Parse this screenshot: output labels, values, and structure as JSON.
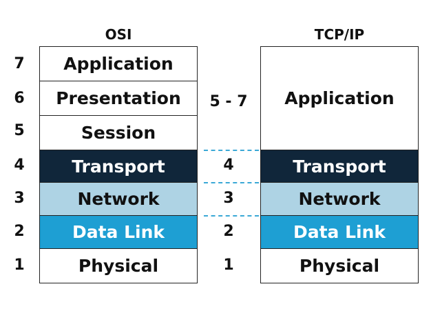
{
  "osi": {
    "title": "OSI",
    "layers": [
      {
        "num": "7",
        "name": "Application"
      },
      {
        "num": "6",
        "name": "Presentation"
      },
      {
        "num": "5",
        "name": "Session"
      },
      {
        "num": "4",
        "name": "Transport"
      },
      {
        "num": "3",
        "name": "Network"
      },
      {
        "num": "2",
        "name": "Data Link"
      },
      {
        "num": "1",
        "name": "Physical"
      }
    ]
  },
  "tcpip": {
    "title": "TCP/IP",
    "layers": [
      {
        "num": "5 - 7",
        "name": "Application"
      },
      {
        "num": "4",
        "name": "Transport"
      },
      {
        "num": "3",
        "name": "Network"
      },
      {
        "num": "2",
        "name": "Data Link"
      },
      {
        "num": "1",
        "name": "Physical"
      }
    ]
  },
  "colors": {
    "white": "#ffffff",
    "transport": "#10263a",
    "network": "#aed3e4",
    "data_link": "#1e9fd3",
    "dash": "#3aa8d6",
    "text_dark": "#111111",
    "text_light": "#ffffff"
  }
}
